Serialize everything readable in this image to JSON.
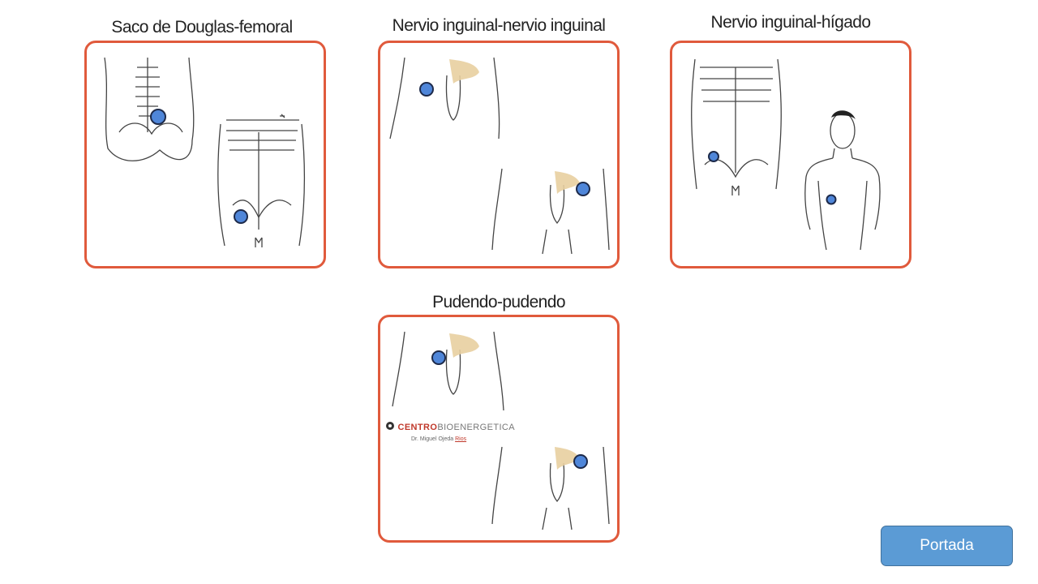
{
  "panels": [
    {
      "title": "Saco de Douglas-femoral"
    },
    {
      "title": "Nervio inguinal-nervio inguinal"
    },
    {
      "title": "Nervio inguinal-hígado"
    },
    {
      "title": "Pudendo-pudendo"
    }
  ],
  "logo": {
    "bold": "CENTRO",
    "rest": "BIOENERGETICA",
    "byline_prefix": "Dr. Miguel Ojeda",
    "byline_underlined": "Rios"
  },
  "nav": {
    "portada_label": "Portada"
  },
  "colors": {
    "frame": "#e05a3c",
    "point": "#4f86d9",
    "skin_accent": "#e8cfa0",
    "button": "#5b9bd5"
  },
  "icons": [
    "anatomical-figure",
    "bioenergetic-point-marker",
    "logo-mark"
  ]
}
